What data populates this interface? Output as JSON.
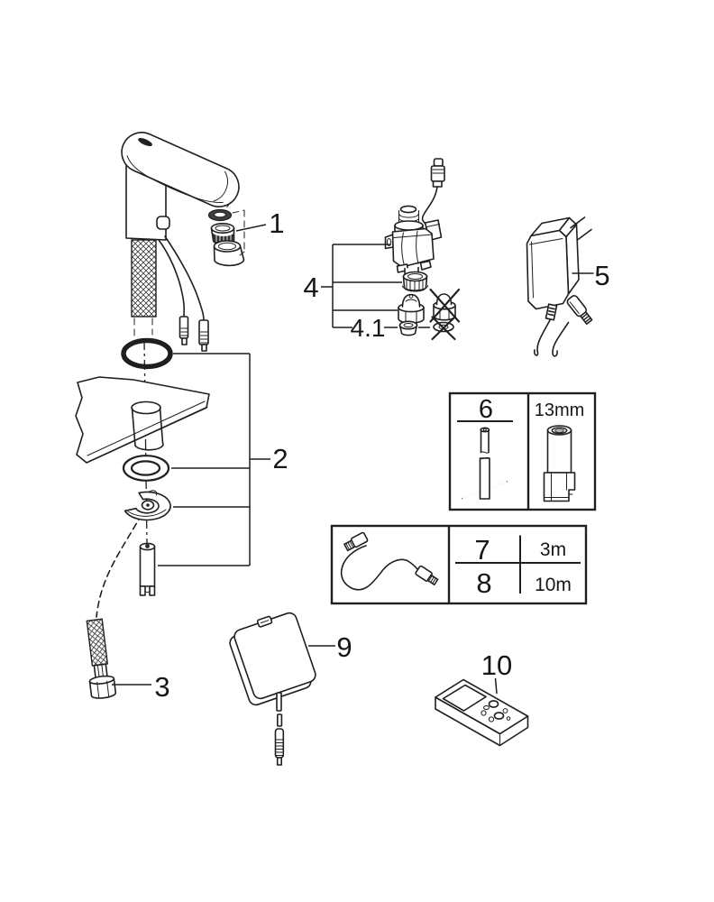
{
  "diagram": {
    "kind": "exploded-parts-diagram",
    "background": "#ffffff",
    "line_color": "#1f1f1f"
  },
  "labels": {
    "p1": "1",
    "p2": "2",
    "p3": "3",
    "p4": "4",
    "p4_1": "4.1",
    "p5": "5",
    "p9": "9",
    "p10": "10"
  },
  "tool_box": {
    "part_number": "6",
    "socket_size": "13mm"
  },
  "cable_box": {
    "part_7": "7",
    "part_7_length": "3m",
    "part_8": "8",
    "part_8_length": "10m"
  }
}
